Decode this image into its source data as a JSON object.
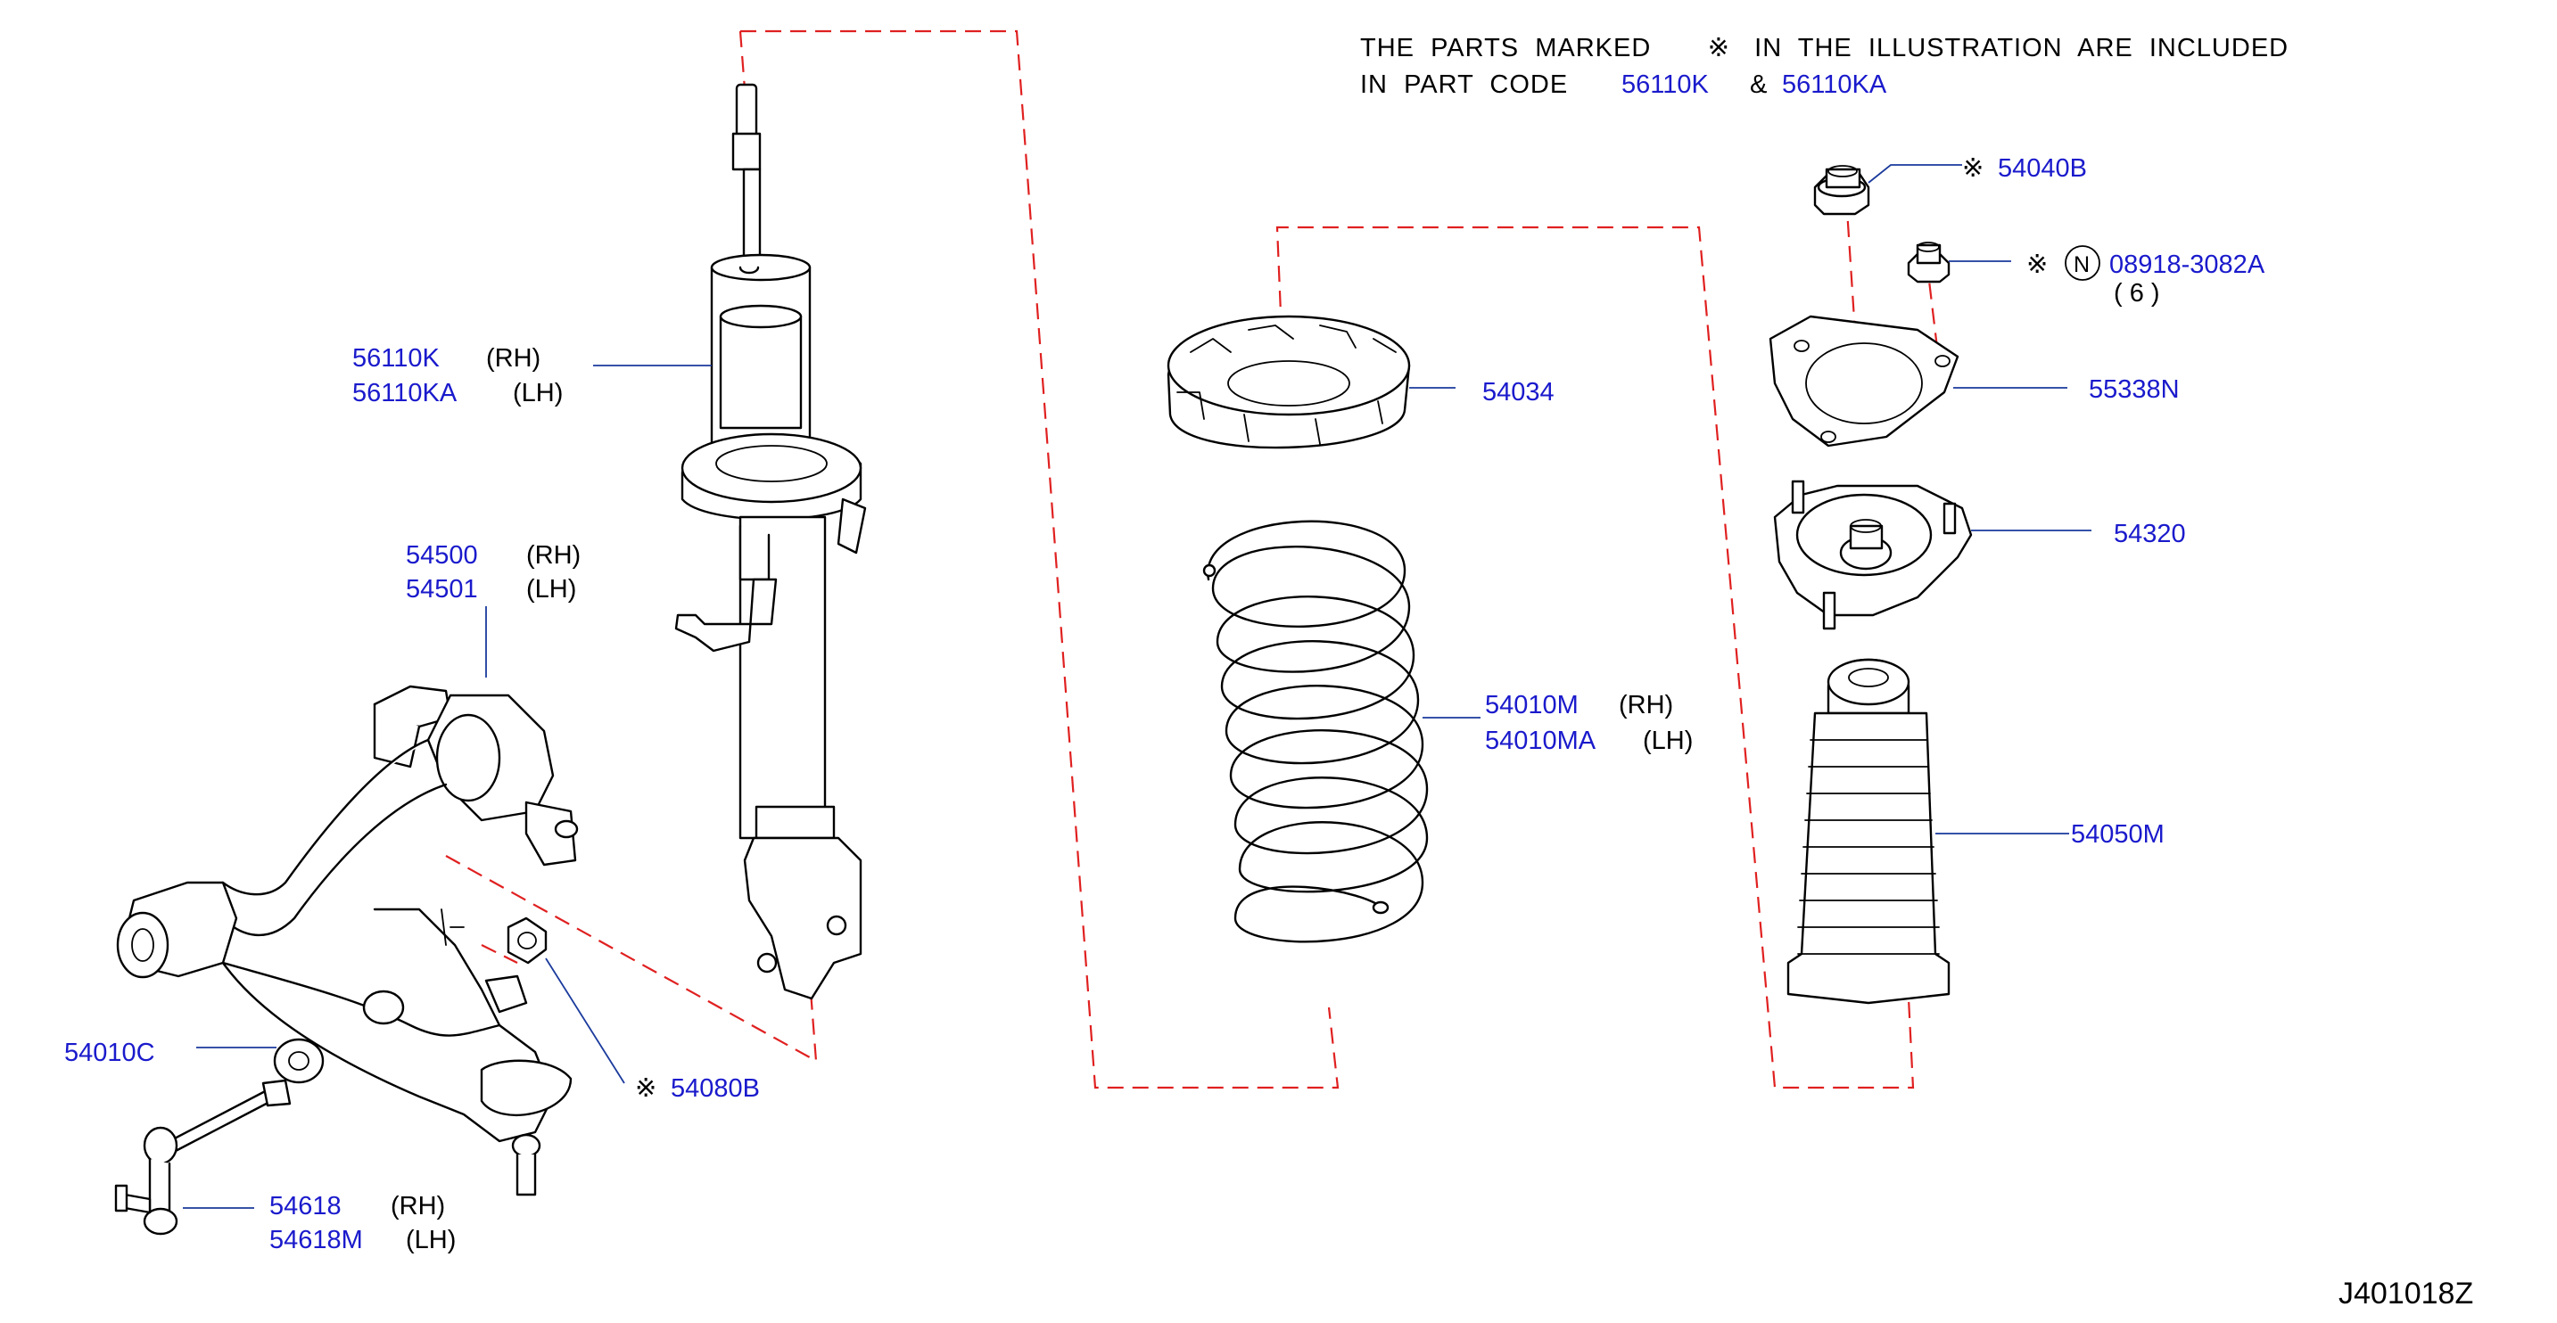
{
  "note": {
    "line1": "THE  PARTS  MARKED       ※   IN  THE  ILLUSTRATION  ARE  INCLUDED",
    "line2_prefix": "IN  PART  CODE",
    "code_a": "56110K",
    "amp": "&",
    "code_b": "56110KA"
  },
  "labels": {
    "strut_rh_code": "56110K",
    "strut_rh_side": "(RH)",
    "strut_lh_code": "56110KA",
    "strut_lh_side": "(LH)",
    "arm_rh_code": "54500",
    "arm_rh_side": "(RH)",
    "arm_lh_code": "54501",
    "arm_lh_side": "(LH)",
    "washer_code": "54010C",
    "nut80_mark": "※",
    "nut80_code": "54080B",
    "link_rh_code": "54618",
    "link_rh_side": "(RH)",
    "link_lh_code": "54618M",
    "link_lh_side": "(LH)",
    "seat_code": "54034",
    "spring_rh_code": "54010M",
    "spring_rh_side": "(RH)",
    "spring_lh_code": "54010MA",
    "spring_lh_side": "(LH)",
    "nut40_mark": "※",
    "nut40_code": "54040B",
    "nutn_mark": "※",
    "nutn_circle": "N",
    "nutn_code": "08918-3082A",
    "nutn_qty": "( 6 )",
    "plate_code": "55338N",
    "mount_code": "54320",
    "bound_code": "54050M"
  },
  "drawing_number": "J401018Z",
  "colors": {
    "code_text": "#1a1acc",
    "leader": "#1a3a9c",
    "guide": "#e02020",
    "ink": "#000000"
  }
}
